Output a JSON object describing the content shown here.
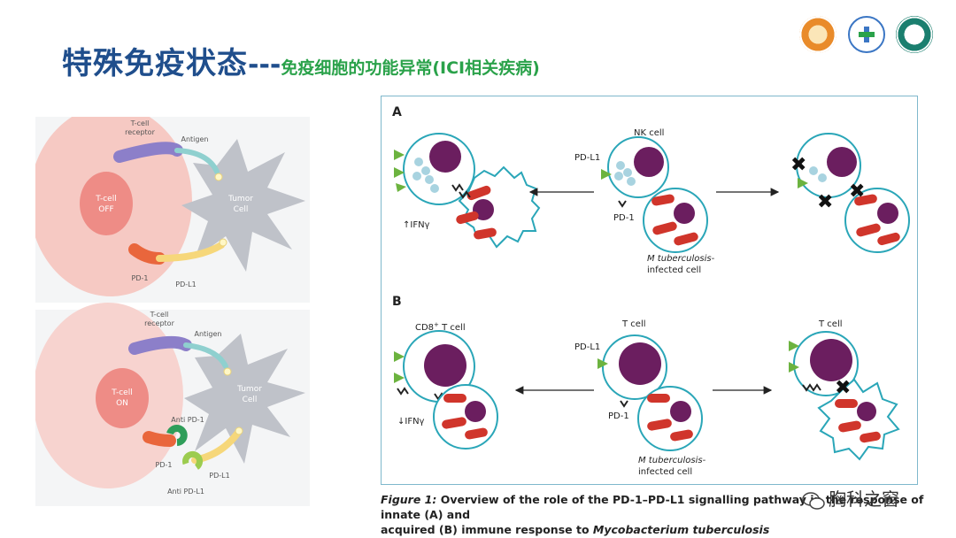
{
  "title": {
    "main": "特殊免疫状态",
    "dash": "---",
    "sub": "免疫细胞的功能异常(ICI相关疾病)"
  },
  "left_top": {
    "tcr": [
      "T-cell",
      "receptor"
    ],
    "antigen": "Antigen",
    "tumor": [
      "Tumor",
      "Cell"
    ],
    "tcell": [
      "T-cell",
      "OFF"
    ],
    "pd1": "PD-1",
    "pdl1": "PD-L1"
  },
  "left_bottom": {
    "tcr": [
      "T-cell",
      "receptor"
    ],
    "antigen": "Antigen",
    "tumor": [
      "Tumor",
      "Cell"
    ],
    "tcell": [
      "T-cell",
      "ON"
    ],
    "anti_pd1": "Anti PD-1",
    "pd1": "PD-1",
    "pdl1": "PD-L1",
    "anti_pdl1": "Anti PD-L1"
  },
  "panel_a": {
    "label": "A",
    "nk_cell": "NK cell",
    "pdl1": "PD-L1",
    "pd1": "PD-1",
    "infected": [
      "M tuberculosis-",
      "infected cell"
    ],
    "ifn": "↑IFNγ"
  },
  "panel_b": {
    "label": "B",
    "cd8": "CD8",
    "cd8_sup": "+",
    "cd8_rest": " T cell",
    "t_cell_center": "T cell",
    "t_cell_right": "T cell",
    "pdl1": "PD-L1",
    "pd1": "PD-1",
    "infected": [
      "M tuberculosis-",
      "infected cell"
    ],
    "ifn": "↓IFNγ"
  },
  "caption": {
    "label": "Figure 1:",
    "text1": " Overview of the role of the PD-1–PD-L1 signalling pathway in the response of",
    "tail": " innate (A) and",
    "text2": "acquired (B) immune response to ",
    "italic": "Mycobacterium tuberculosis"
  },
  "watermark": "胸科之窗",
  "colors": {
    "title_blue": "#1f4e8c",
    "title_green": "#2aa24a",
    "cell_outline": "#2aa6b8",
    "nucleus": "#6b1e5f",
    "bacteria": "#d0352b",
    "pdl1_green": "#6cb33f"
  }
}
